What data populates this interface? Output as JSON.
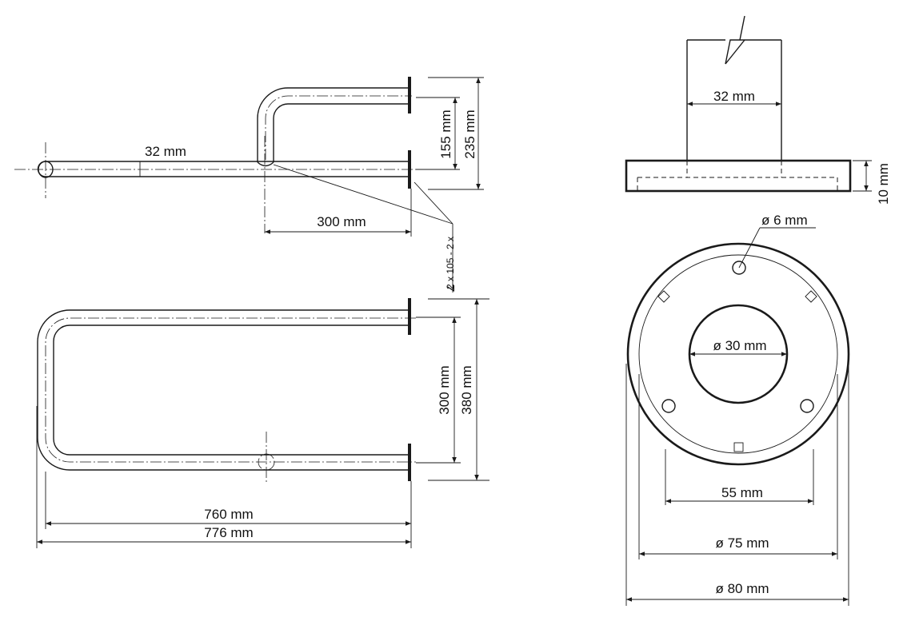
{
  "side_view": {
    "tube_diameter_label": "32 mm",
    "height_inner_label": "155 mm",
    "height_outer_label": "235 mm",
    "offset_label": "300 mm",
    "screw_label": "2 x 105 - 2 x"
  },
  "top_view": {
    "inner_width_label": "300 mm",
    "outer_width_label": "380 mm",
    "inner_length_label": "760 mm",
    "outer_length_label": "776 mm"
  },
  "flange_side": {
    "tube_label": "32 mm",
    "thickness_label": "10 mm"
  },
  "flange_front": {
    "hole_label": "ø 6 mm",
    "center_hole_label": "ø 30 mm",
    "hole_spacing_label": "55 mm",
    "inner_circle_label": "ø 75 mm",
    "outer_label": "ø 80 mm"
  }
}
